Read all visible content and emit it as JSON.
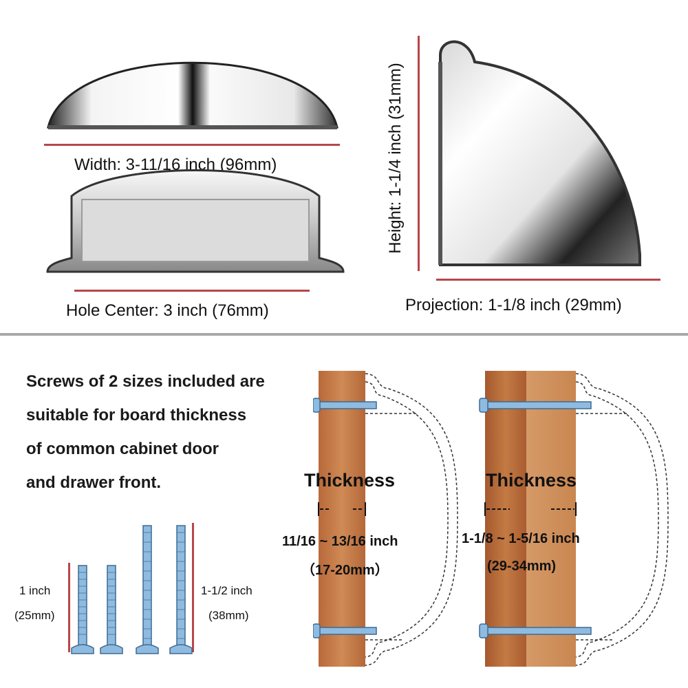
{
  "dimensions": {
    "width_label": "Width: 3-11/16 inch (96mm)",
    "hole_center_label": "Hole Center: 3 inch (76mm)",
    "height_label": "Height: 1-1/4 inch (31mm)",
    "projection_label": "Projection: 1-1/8 inch (29mm)"
  },
  "description": {
    "lines": [
      "Screws of 2 sizes included are",
      "suitable for board thickness",
      "of common cabinet door",
      "and drawer front."
    ]
  },
  "screws": {
    "short_length": "1 inch",
    "short_metric": "(25mm)",
    "long_length": "1-1/2 inch",
    "long_metric": "(38mm)"
  },
  "board_left": {
    "title": "Thickness",
    "range": "11/16 ~ 13/16 inch",
    "metric": "（17-20mm）"
  },
  "board_right": {
    "title": "Thickness",
    "range": "1-1/8 ~ 1-5/16 inch",
    "metric": "(29-34mm)"
  },
  "colors": {
    "accent_line": "#b8454a",
    "divider": "#a9a9a9",
    "wood": "#c47a43",
    "screw": "#7fb3d9"
  }
}
